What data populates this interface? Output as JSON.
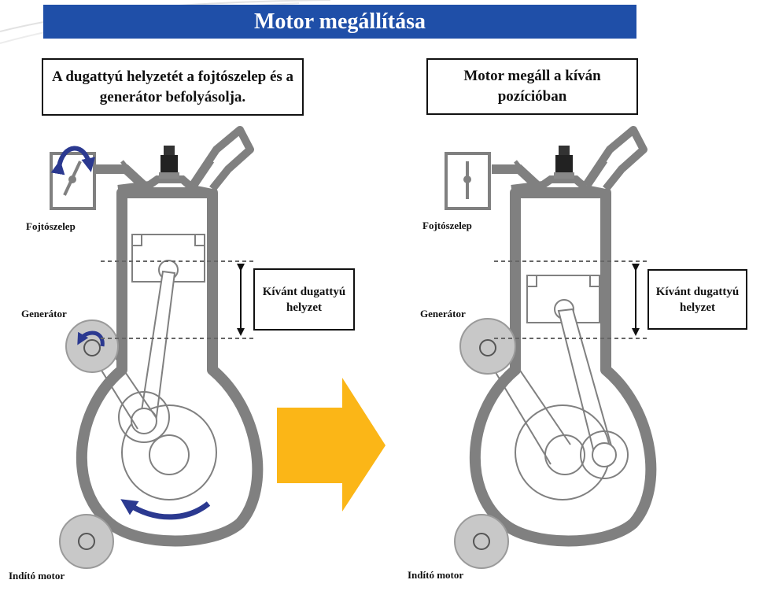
{
  "title": "Motor megállítása",
  "left_panel": {
    "callout": "A dugattyú helyzetét a fojtószelep és a generátor befolyásolja.",
    "position_box": "Kívánt dugattyú helyzet",
    "labels": {
      "throttle": "Fojtószelep",
      "generator": "Generátor",
      "starter": "Indító motor"
    }
  },
  "right_panel": {
    "callout": "Motor megáll a kíván pozícióban",
    "position_box": "Kívánt dugattyú helyzet",
    "labels": {
      "throttle": "Fojtószelep",
      "generator": "Generátor",
      "starter": "Indító motor"
    }
  },
  "colors": {
    "title_bar": "#1f4fa8",
    "rotation_arrow": "#2b3990",
    "transition_arrow": "#fbb617",
    "engine_gray": "#808080",
    "pulley_fill": "#c8c8c8"
  }
}
